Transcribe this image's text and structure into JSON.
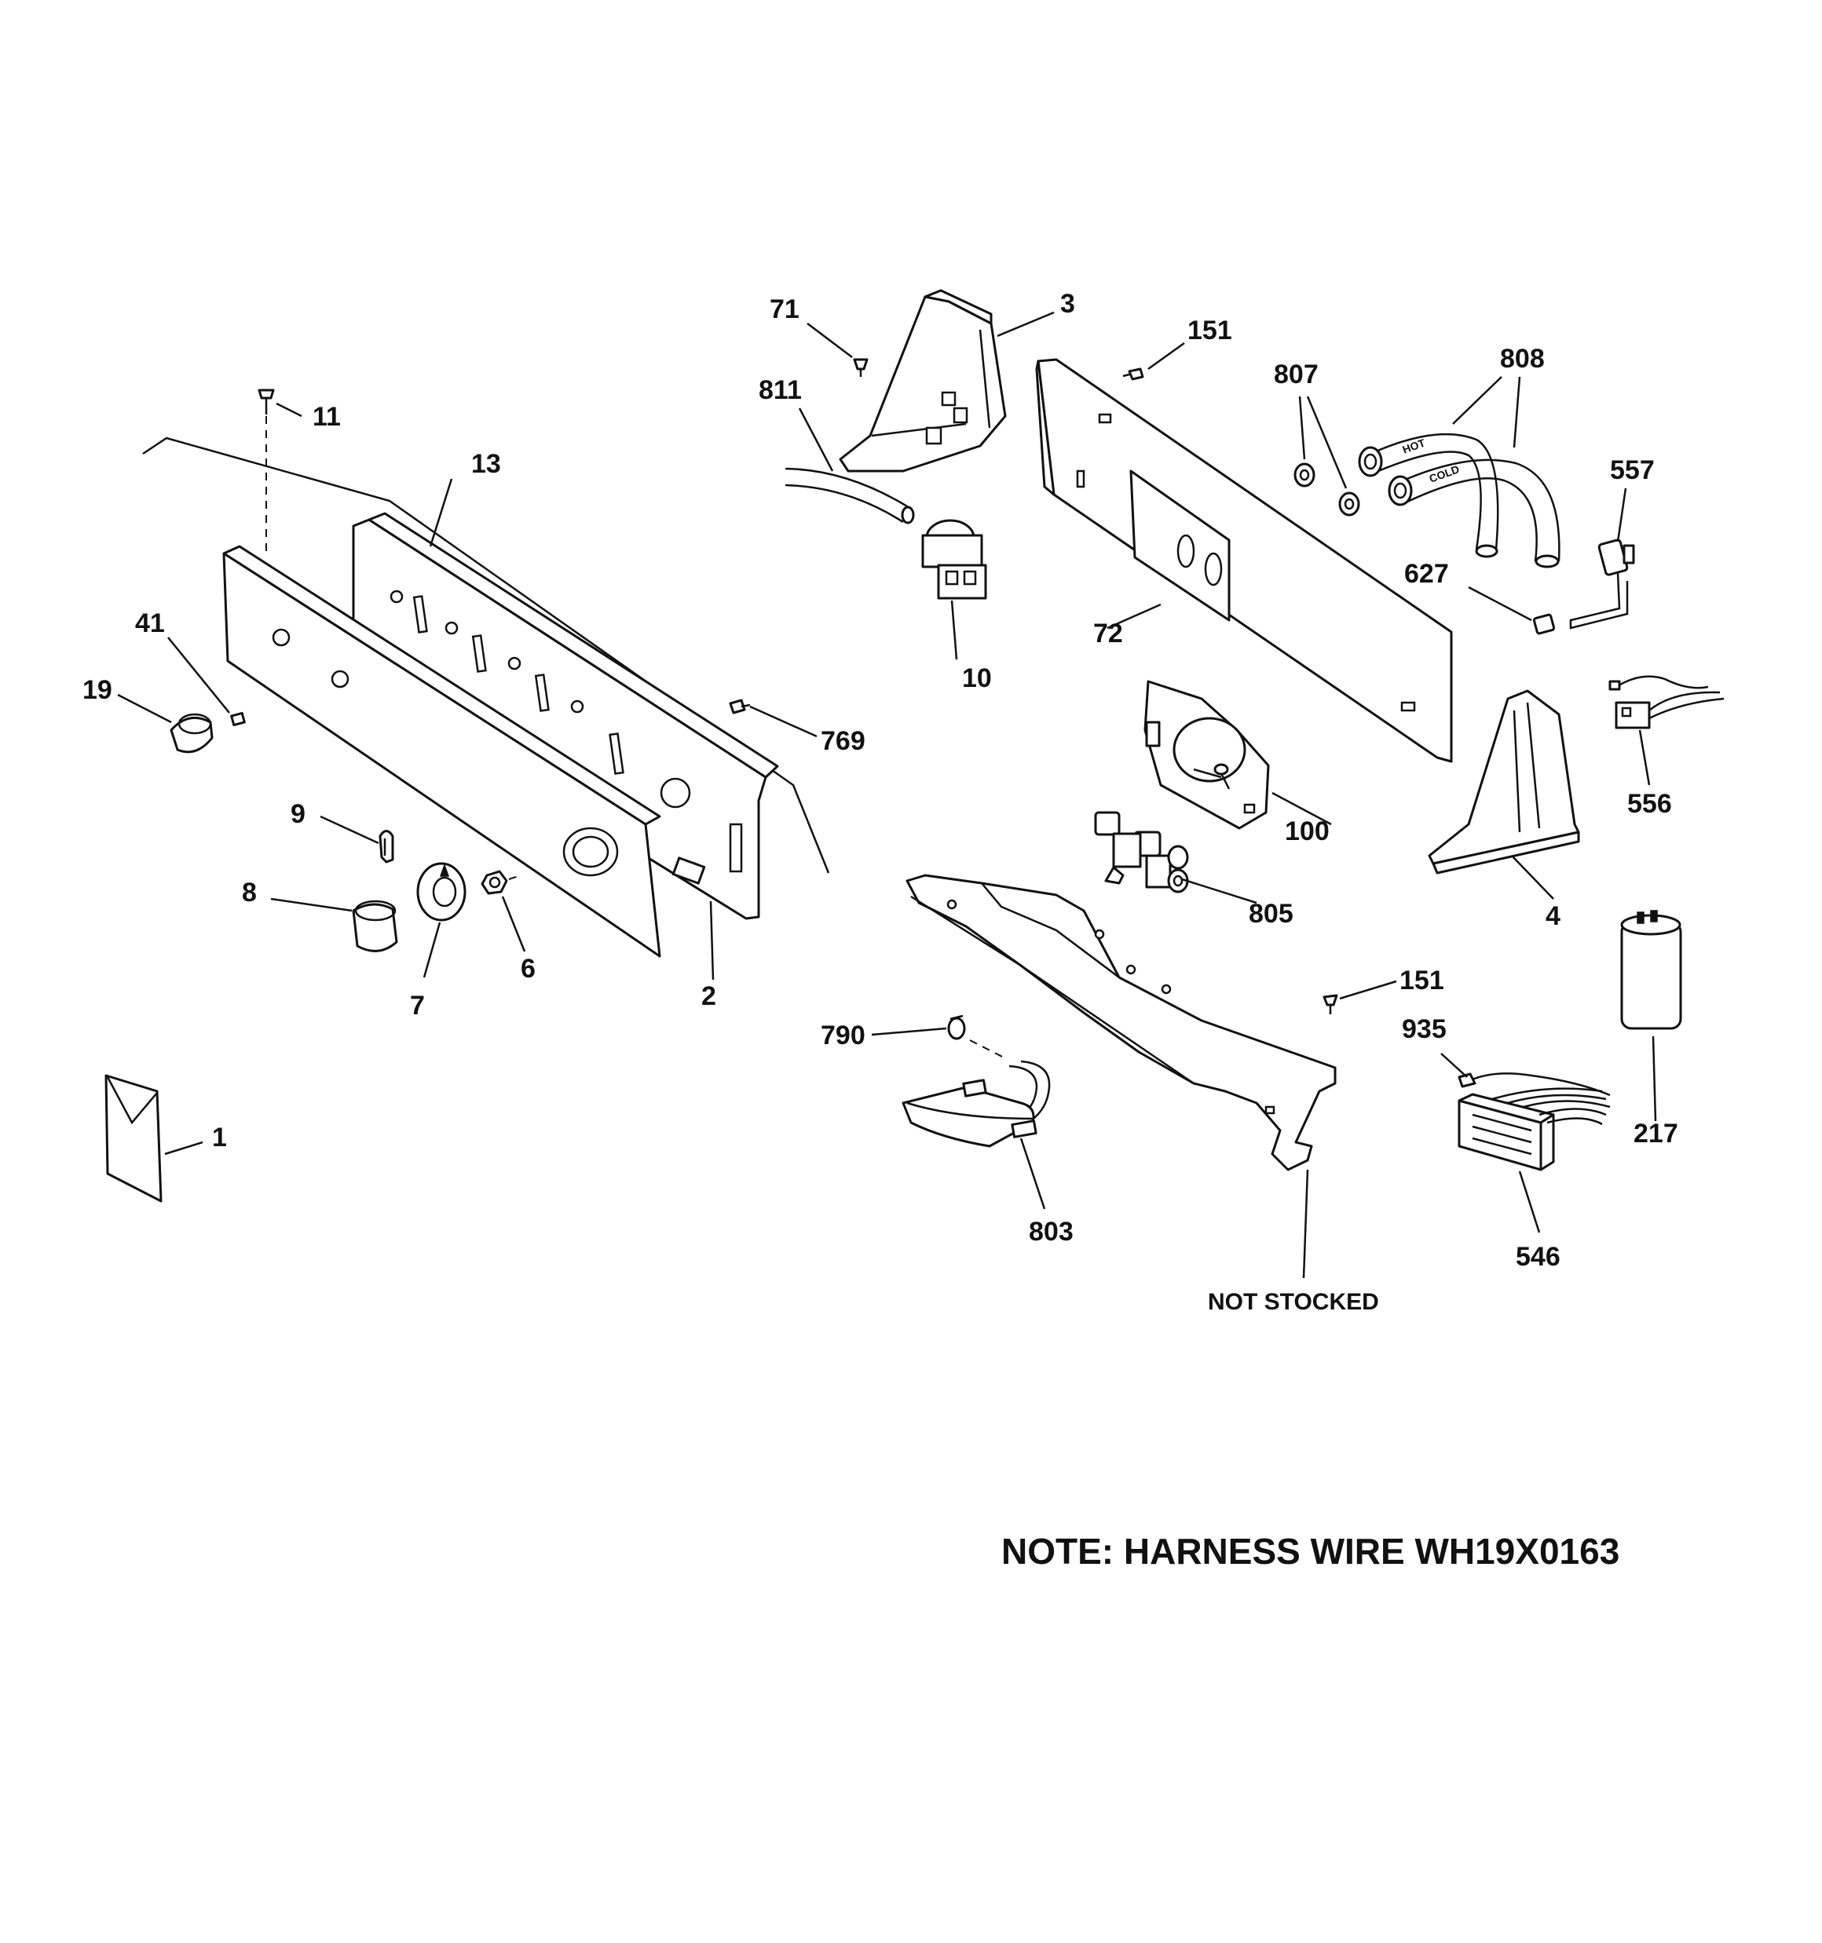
{
  "labels": {
    "p1": "1",
    "p2": "2",
    "p3": "3",
    "p4": "4",
    "p6": "6",
    "p7": "7",
    "p8": "8",
    "p9": "9",
    "p10": "10",
    "p11": "11",
    "p13": "13",
    "p19": "19",
    "p41": "41",
    "p71": "71",
    "p72": "72",
    "p100": "100",
    "p151a": "151",
    "p151b": "151",
    "p217": "217",
    "p546": "546",
    "p556": "556",
    "p557": "557",
    "p627": "627",
    "p769": "769",
    "p790": "790",
    "p803": "803",
    "p805": "805",
    "p807": "807",
    "p808": "808",
    "p811": "811",
    "p935": "935"
  },
  "not_stocked": "NOT STOCKED",
  "note": "NOTE: HARNESS WIRE WH19X0163",
  "hose_marks": {
    "hot": "HOT",
    "cold": "COLD"
  }
}
